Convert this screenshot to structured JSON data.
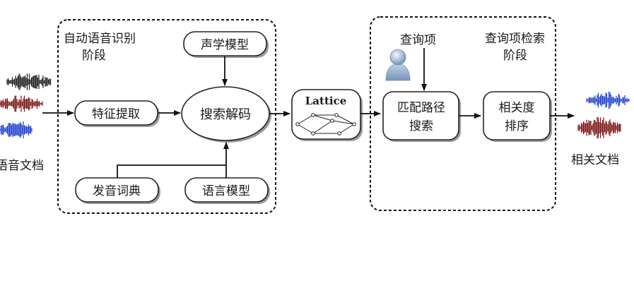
{
  "left_stage": {
    "title_line1": "自动语音识别",
    "title_line2": "阶段",
    "feature_extraction": "特征提取",
    "acoustic_model": "声学模型",
    "search_decode": "搜索解码",
    "pronunciation_dict": "发音词典",
    "language_model": "语言模型"
  },
  "input_docs_label": "语音文档",
  "lattice_label": "Lattice",
  "right_stage": {
    "title_line1": "查询项检索",
    "title_line2": "阶段",
    "query_term": "查询项",
    "match_line1": "匹配路径",
    "match_line2": "搜索",
    "rank_line1": "相关度",
    "rank_line2": "排序"
  },
  "output_docs_label": "相关文档",
  "colors": {
    "wave_dark": "#1a1a1a",
    "wave_red": "#7a1414",
    "wave_blue": "#1f3fd0",
    "box_stroke": "#222222",
    "box_shadow": "#9a9a9a"
  },
  "icons": {
    "user": "user-icon"
  }
}
